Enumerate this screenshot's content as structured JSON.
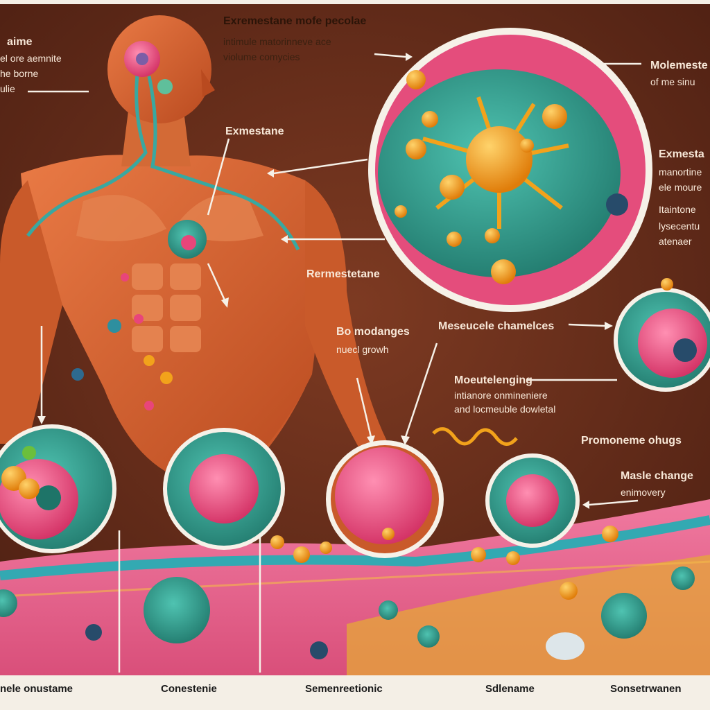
{
  "labels": {
    "top_center_title": "Exremestane mofe pecolae",
    "top_center_line1": "intimule matorinneve ace",
    "top_center_line2": "violume comycies",
    "top_left_title": "aime",
    "top_left_line1": "el ore aemnite",
    "top_left_line2": "he borne",
    "top_left_line3": "ulie",
    "chest_label": "Exmestane",
    "right_top_line1": "Molemeste",
    "right_top_line2": "of me sinu",
    "right_mid_title": "Exmesta",
    "right_mid_line1": "manortine",
    "right_mid_line2": "ele moure",
    "right_mid_line3": "Itaintone",
    "right_mid_line4": "lysecentu",
    "right_mid_line5": "atenaer",
    "torso_label": "Rermestetane",
    "growth_line1": "Bo modanges",
    "growth_line2": "nuecl growh",
    "molecule_label": "Meseucele chamelces",
    "molecule_sub_title": "Moeutelenging",
    "molecule_sub_line1": "intianore onmineniere",
    "molecule_sub_line2": "and locmeuble dowletal",
    "pronomeme": "Promoneme ohugs",
    "muscle_change_line1": "Masle change",
    "muscle_change_line2": "enimovery"
  },
  "captions": {
    "c1": "nele onustame",
    "c2": "Conestenie",
    "c3": "Semenreetionic",
    "c4": "Sdlename",
    "c5": "Sonsetrwanen"
  },
  "colors": {
    "background": "#6b2f1c",
    "muscle": "#d9652f",
    "teal": "#2f9a8c",
    "pink": "#e8457a",
    "gold": "#f2a21b"
  }
}
